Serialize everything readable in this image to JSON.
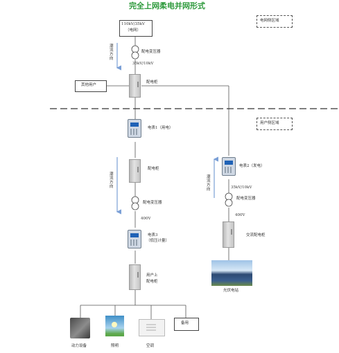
{
  "title": "完全上网柔电并网形式",
  "grid_side_label": "电网侧区域",
  "user_side_label": "用户侧区域",
  "grid_source": {
    "line1": "110kV/35kV",
    "line2": "（电网）"
  },
  "transformer_top": {
    "label": "配电变压器",
    "voltage": "35kV/10kV"
  },
  "flow_direction_label": "潮流方向",
  "other_users": "其他用户",
  "main_cabinet": "配电柜",
  "meter1": "电表1（用电）",
  "dist_cabinet": "配电柜",
  "transformer_mid": "配电变压器",
  "voltage_400_left": "400V",
  "meter3": {
    "line1": "电表3",
    "line2": "（低压计量）"
  },
  "user_cabinet": {
    "line1": "用户上",
    "line2": "配电柜"
  },
  "meter2": "电表2（发电）",
  "transformer_right": {
    "voltage": "35kV/10kV",
    "label": "配电变压器"
  },
  "voltage_400_right": "400V",
  "ac_cabinet": "交流配电柜",
  "pv_label": "光伏电站",
  "loads": [
    {
      "label": "动力设备",
      "icon": "generator-icon"
    },
    {
      "label": "照明",
      "icon": "light-icon"
    },
    {
      "label": "空调",
      "icon": "air-conditioner-icon"
    }
  ],
  "spare": "备用",
  "colors": {
    "title": "#2e9a3c",
    "meter_screen": "#1f62b6"
  }
}
